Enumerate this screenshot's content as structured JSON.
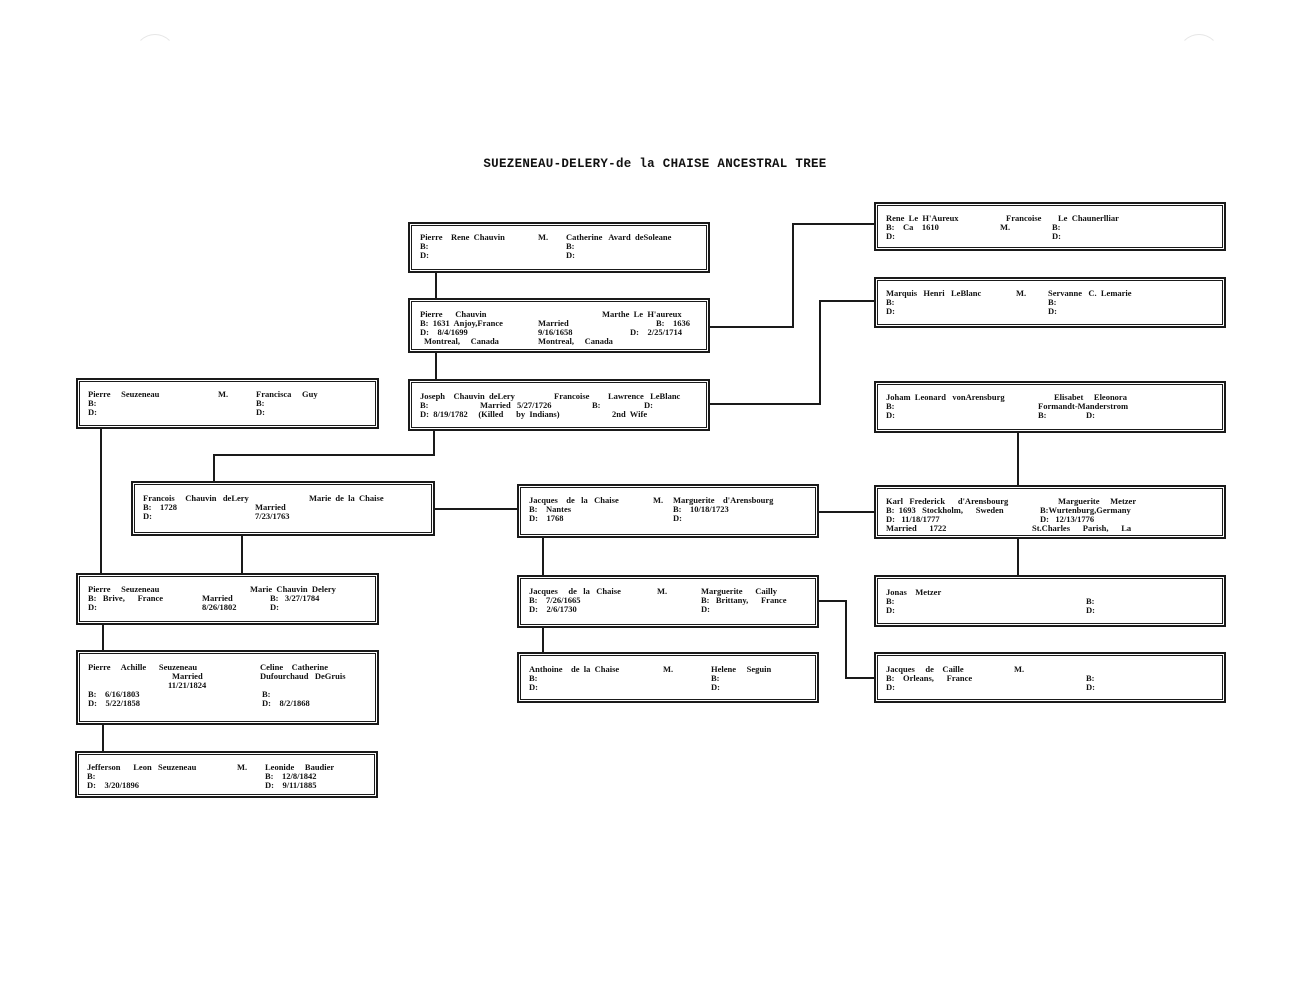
{
  "title": "SUEZENEAU-DELERY-de la CHAISE ANCESTRAL TREE",
  "boxes": {
    "pierre_rene": {
      "l1a": "Pierre    Rene  Chauvin",
      "l1b": "M.",
      "l1c": "Catherine   Avard  deSoleane",
      "l2a": "B:",
      "l2b": "B:",
      "l3a": "D:",
      "l3b": "D:"
    },
    "pierre_chauvin": {
      "l1a": "Pierre      Chauvin",
      "l1b": "Marthe  Le  H'aureux",
      "l2a": "B:  1631  Anjoy,France",
      "l2b": "Married",
      "l2c": "B:    1636",
      "l3a": "D:    8/4/1699",
      "l3b": "9/16/1658",
      "l3c": "D:    2/25/1714",
      "l4a": "Montreal,     Canada",
      "l4b": "Montreal,     Canada"
    },
    "joseph": {
      "l1a": "Joseph    Chauvin  deLery",
      "l1b": "Francoise",
      "l1c": "Lawrence   LeBlanc",
      "l2a": "B:",
      "l2b": "Married   5/27/1726",
      "l2c": "B:",
      "l2d": "D:",
      "l3a": "D:  8/19/1782     (Killed      by  Indians)",
      "l3b": "2nd  Wife"
    },
    "rene_le": {
      "l1a": "Rene  Le  H'Aureux",
      "l1b": "Francoise",
      "l1c": "Le  Chaunerlliar",
      "l2a": "B:    Ca    1610",
      "l2b": "M.",
      "l2c": "B:",
      "l3a": "D:",
      "l3b": "D:"
    },
    "marquis": {
      "l1a": "Marquis   Henri   LeBlanc",
      "l1b": "M.",
      "l1c": "Servanne   C.  Lemarie",
      "l2a": "B:",
      "l2b": "B:",
      "l3a": "D:",
      "l3b": "D:"
    },
    "pierre_seuz": {
      "l1a": "Pierre     Seuzeneau",
      "l1b": "M.",
      "l1c": "Francisca     Guy",
      "l2a": "B:",
      "l2b": "B:",
      "l3a": "D:",
      "l3b": "D:"
    },
    "joham": {
      "l1a": "Joham  Leonard   vonArensburg",
      "l1b": "Elisabet     Eleonora",
      "l2a": "B:",
      "l2b": "Formandt-Manderstrom",
      "l3a": "D:",
      "l3b": "B:",
      "l3c": "D:"
    },
    "francois": {
      "l1a": "Francois     Chauvin   deLery",
      "l1b": "Marie  de  la  Chaise",
      "l2a": "B:    1728",
      "l2b": "Married",
      "l3a": "D:",
      "l3b": "7/23/1763"
    },
    "jacques1": {
      "l1a": "Jacques    de   la   Chaise",
      "l1b": "M.",
      "l1c": "Marguerite    d'Arensbourg",
      "l2a": "B:    Nantes",
      "l2b": "B:    10/18/1723",
      "l3a": "D:    1768",
      "l3b": "D:"
    },
    "karl": {
      "l1a": "Karl   Frederick      d'Arensbourg",
      "l1b": "Marguerite     Metzer",
      "l2a": "B:  1693   Stockholm,      Sweden",
      "l2b": "B:Wurtenburg,Germany",
      "l3a": "D:   11/18/1777",
      "l3b": "D:   12/13/1776",
      "l4a": "Married      1722",
      "l4b": "St.Charles      Parish,      La"
    },
    "pierre_seuz2": {
      "l1a": "Pierre     Seuzeneau",
      "l1b": "Marie  Chauvin  Delery",
      "l2a": "B:   Brive,      France",
      "l2b": "Married",
      "l2c": "B:   3/27/1784",
      "l3a": "D:",
      "l3b": "8/26/1802",
      "l3c": "D:"
    },
    "jacques2": {
      "l1a": "Jacques     de   la   Chaise",
      "l1b": "M.",
      "l1c": "Marguerite      Cailly",
      "l2a": "B:    7/26/1665",
      "l2b": "B:   Brittany,      France",
      "l3a": "D:    2/6/1730",
      "l3b": "D:"
    },
    "jonas": {
      "l1a": "Jonas    Metzer",
      "l2a": "B:",
      "l2b": "B:",
      "l3a": "D:",
      "l3b": "D:"
    },
    "pierre_achille": {
      "l1a": "Pierre     Achille      Seuzeneau",
      "l1b": "Celine    Catherine",
      "l2a": "Married",
      "l2b": "Dufourchaud   DeGruis",
      "l3a": "11/21/1824",
      "l4a": "B:    6/16/1803",
      "l4b": "B:",
      "l5a": "D:    5/22/1858",
      "l5b": "D:    8/2/1868"
    },
    "anthoine": {
      "l1a": "Anthoine    de  la  Chaise",
      "l1b": "M.",
      "l1c": "Helene     Seguin",
      "l2a": "B:",
      "l2b": "B:",
      "l3a": "D:",
      "l3b": "D:"
    },
    "jacques_caille": {
      "l1a": "Jacques     de    Caille",
      "l1b": "M.",
      "l2a": "B:    Orleans,      France",
      "l2b": "B:",
      "l3a": "D:",
      "l3b": "D:"
    },
    "jefferson": {
      "l1a": "Jefferson      Leon   Seuzeneau",
      "l1b": "M.",
      "l1c": "Leonide     Baudier",
      "l2a": "B:",
      "l2b": "B:    12/8/1842",
      "l3a": "D:    3/20/1896",
      "l3b": "D:    9/11/1885"
    }
  }
}
